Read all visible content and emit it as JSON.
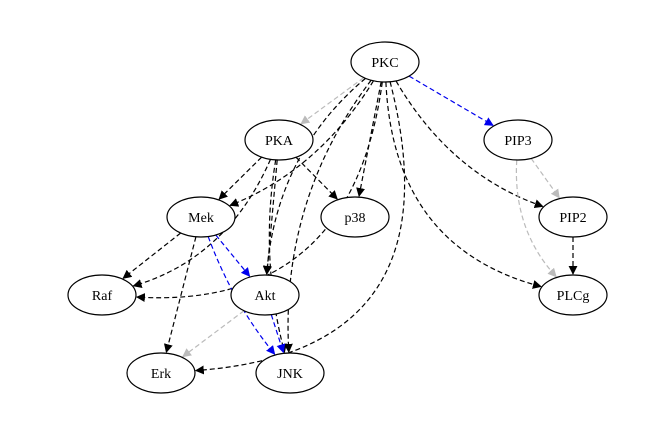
{
  "graph": {
    "nodes": [
      {
        "id": "PKC",
        "label": "PKC"
      },
      {
        "id": "PKA",
        "label": "PKA"
      },
      {
        "id": "PIP3",
        "label": "PIP3"
      },
      {
        "id": "Mek",
        "label": "Mek"
      },
      {
        "id": "p38",
        "label": "p38"
      },
      {
        "id": "PIP2",
        "label": "PIP2"
      },
      {
        "id": "Raf",
        "label": "Raf"
      },
      {
        "id": "Akt",
        "label": "Akt"
      },
      {
        "id": "PLCg",
        "label": "PLCg"
      },
      {
        "id": "Erk",
        "label": "Erk"
      },
      {
        "id": "JNK",
        "label": "JNK"
      }
    ],
    "edges": [
      {
        "from": "PKC",
        "to": "PKA",
        "color": "#bbbbbb"
      },
      {
        "from": "PKC",
        "to": "PIP3",
        "color": "#0000ee"
      },
      {
        "from": "PKC",
        "to": "Mek",
        "color": "#000000"
      },
      {
        "from": "PKC",
        "to": "p38",
        "color": "#000000"
      },
      {
        "from": "PKC",
        "to": "PIP2",
        "color": "#000000"
      },
      {
        "from": "PKC",
        "to": "PLCg",
        "color": "#000000"
      },
      {
        "from": "PKC",
        "to": "Raf",
        "color": "#000000"
      },
      {
        "from": "PKC",
        "to": "Erk",
        "color": "#000000"
      },
      {
        "from": "PKC",
        "to": "Akt",
        "color": "#000000"
      },
      {
        "from": "PKC",
        "to": "JNK",
        "color": "#000000"
      },
      {
        "from": "PKA",
        "to": "Mek",
        "color": "#000000"
      },
      {
        "from": "PKA",
        "to": "p38",
        "color": "#000000"
      },
      {
        "from": "PKA",
        "to": "Raf",
        "color": "#000000"
      },
      {
        "from": "PKA",
        "to": "Akt",
        "color": "#000000"
      },
      {
        "from": "PKA",
        "to": "JNK",
        "color": "#000000"
      },
      {
        "from": "PIP3",
        "to": "PIP2",
        "color": "#bbbbbb"
      },
      {
        "from": "PIP3",
        "to": "PLCg",
        "color": "#bbbbbb"
      },
      {
        "from": "PIP2",
        "to": "PLCg",
        "color": "#000000"
      },
      {
        "from": "Mek",
        "to": "Raf",
        "color": "#000000"
      },
      {
        "from": "Mek",
        "to": "Akt",
        "color": "#0000ee"
      },
      {
        "from": "Mek",
        "to": "Erk",
        "color": "#000000"
      },
      {
        "from": "Mek",
        "to": "JNK",
        "color": "#0000ee"
      },
      {
        "from": "Akt",
        "to": "JNK",
        "color": "#0000ee"
      },
      {
        "from": "Akt",
        "to": "Erk",
        "color": "#bbbbbb"
      }
    ]
  }
}
